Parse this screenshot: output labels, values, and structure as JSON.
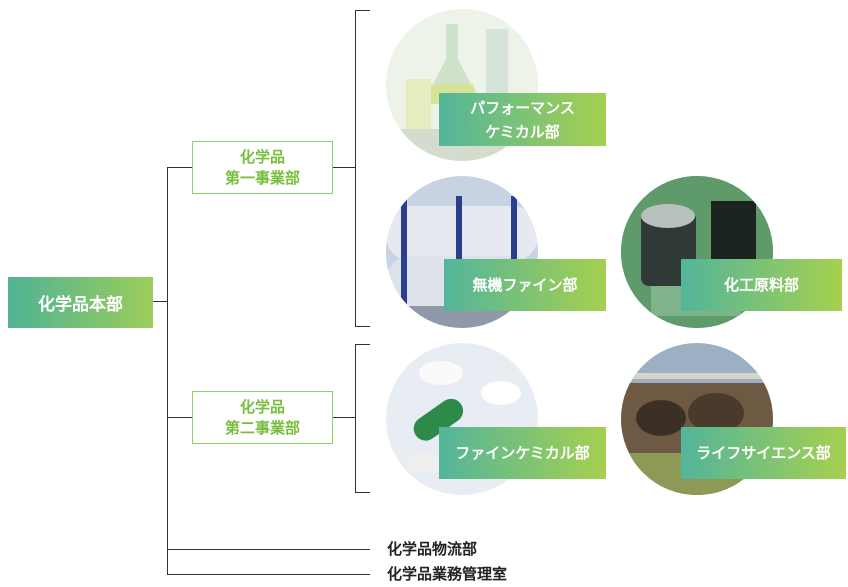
{
  "headquarters": "化学品本部",
  "divisions": [
    {
      "line1": "化学品",
      "line2": "第一事業部"
    },
    {
      "line1": "化学品",
      "line2": "第二事業部"
    }
  ],
  "departments": [
    {
      "line1": "パフォーマンス",
      "line2": "ケミカル部",
      "image": "lab-flask-photo-icon"
    },
    {
      "line1": "無機ファイン部",
      "image": "tanker-photo-icon"
    },
    {
      "line1": "化工原料部",
      "image": "electronic-capacitor-photo-icon"
    },
    {
      "line1": "ファインケミカル部",
      "image": "pills-capsule-photo-icon"
    },
    {
      "line1": "ライフサイエンス部",
      "image": "cattle-photo-icon"
    }
  ],
  "other_departments": [
    "化学品物流部",
    "化学品業務管理室"
  ],
  "colors": {
    "gradient_start": "#4fb395",
    "gradient_end": "#9ccd5a",
    "division_text": "#78be3c",
    "division_border": "#8fcf6a"
  }
}
